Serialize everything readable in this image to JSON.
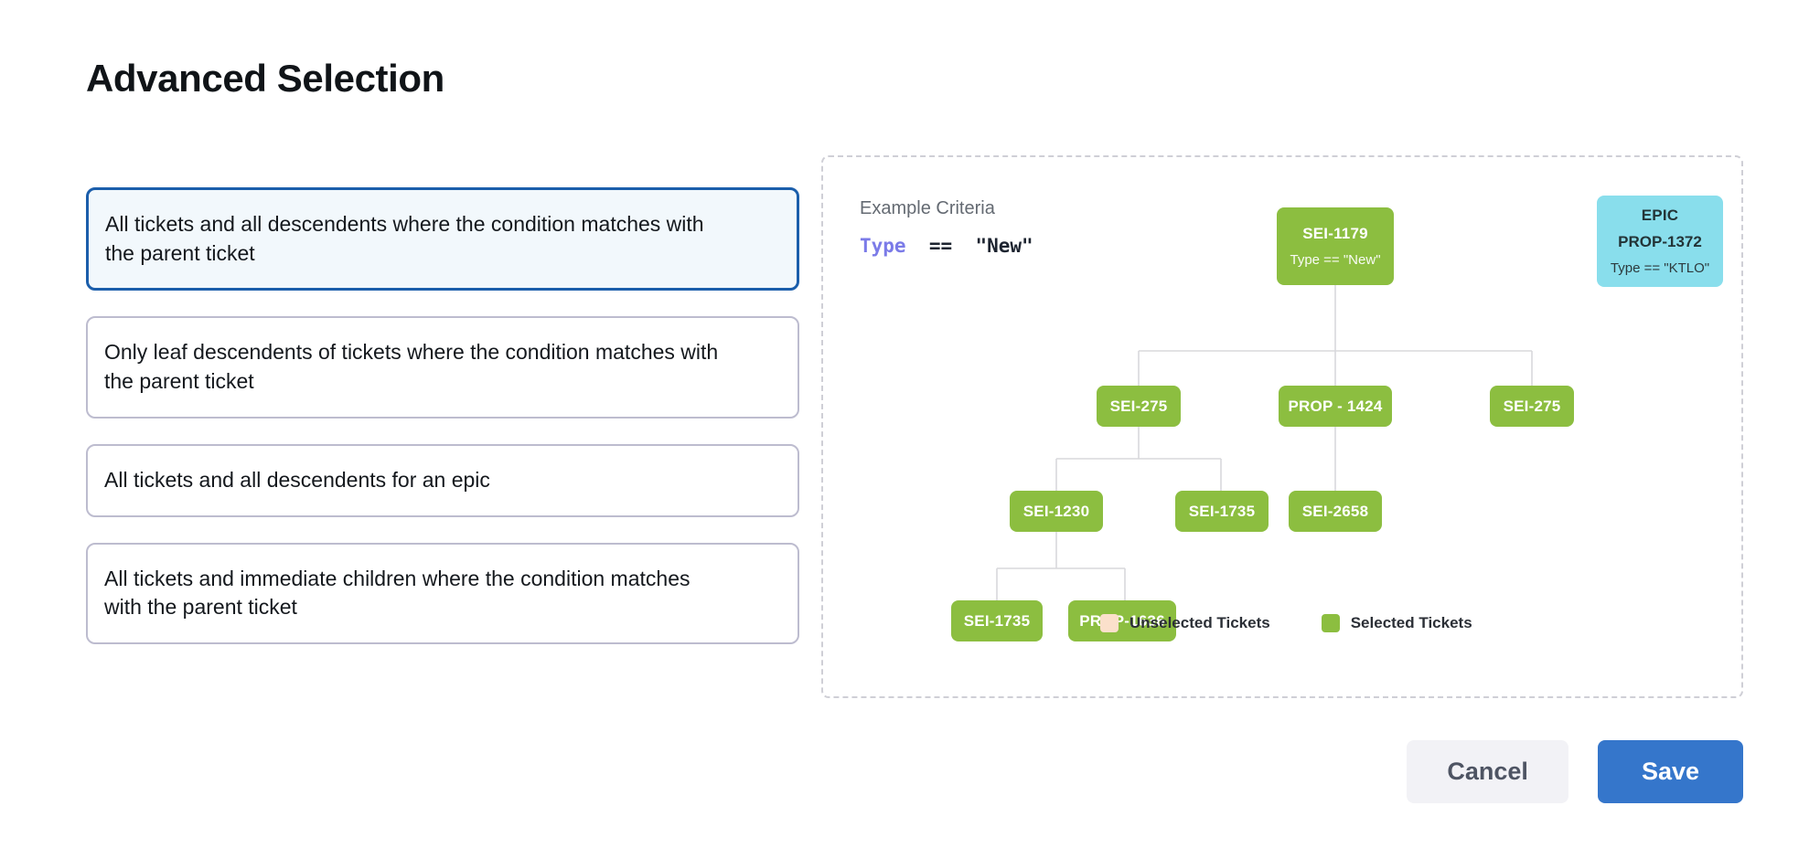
{
  "page_title": "Advanced Selection",
  "options": [
    {
      "label": "All tickets and all descendents where the condition matches with the parent ticket",
      "selected": true
    },
    {
      "label": "Only leaf descendents of tickets where the condition matches with the parent ticket",
      "selected": false
    },
    {
      "label": "All tickets and all descendents for an epic",
      "selected": false
    },
    {
      "label": "All tickets and immediate children where the condition matches with the parent ticket",
      "selected": false
    }
  ],
  "diagram": {
    "criteria_label": "Example Criteria",
    "criteria_keyword": "Type",
    "criteria_operator": "==",
    "criteria_value": "\"New\"",
    "nodes": {
      "root": {
        "label": "SEI-1179",
        "sub": "Type == \"New\""
      },
      "epic": {
        "title": "EPIC",
        "key": "PROP-1372",
        "sub": "Type == \"KTLO\""
      },
      "r2a": {
        "label": "SEI-275"
      },
      "r2b": {
        "label": "PROP - 1424"
      },
      "r2c": {
        "label": "SEI-275"
      },
      "r3a": {
        "label": "SEI-1230"
      },
      "r3b": {
        "label": "SEI-1735"
      },
      "r3c": {
        "label": "SEI-2658"
      },
      "r4a": {
        "label": "SEI-1735"
      },
      "r4b": {
        "label": "PROP-1636"
      }
    },
    "legend": [
      {
        "name": "Unselected Tickets",
        "color": "#FBE0CB"
      },
      {
        "name": "Selected Tickets",
        "color": "#8CBE40"
      }
    ]
  },
  "footer": {
    "cancel_label": "Cancel",
    "save_label": "Save"
  },
  "colors": {
    "selected_node": "#8CBE40",
    "epic_node": "#89DEEC",
    "unselected_node": "#FBE0CB",
    "primary": "#3576CB",
    "selected_card_border": "#1B5EAB",
    "selected_card_bg": "#F2F8FC",
    "card_border": "#BDBCCF",
    "keyword": "#7B7BE8"
  }
}
